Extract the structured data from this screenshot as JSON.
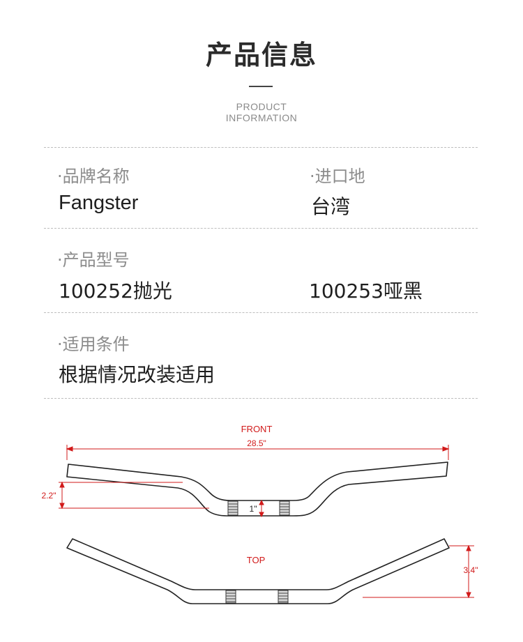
{
  "header": {
    "title": "产品信息",
    "subtitle_line1": "PRODUCT",
    "subtitle_line2": "INFORMATION"
  },
  "specs": {
    "brand": {
      "label": "·品牌名称",
      "value": "Fangster"
    },
    "origin": {
      "label": "·进口地",
      "value": "台湾"
    },
    "model": {
      "label": "·产品型号",
      "value_1": "100252抛光",
      "value_2": "100253哑黑"
    },
    "usage": {
      "label": "·适用条件",
      "value": "根据情况改装适用"
    }
  },
  "drawing": {
    "front_label": "FRONT",
    "width_dim": "28.5\"",
    "rise_dim": "2.2\"",
    "center_dim": "1\"",
    "top_label": "TOP",
    "pullback_dim": "3.4\"",
    "dimension_color": "#d11a1a",
    "outline_color": "#222222"
  }
}
